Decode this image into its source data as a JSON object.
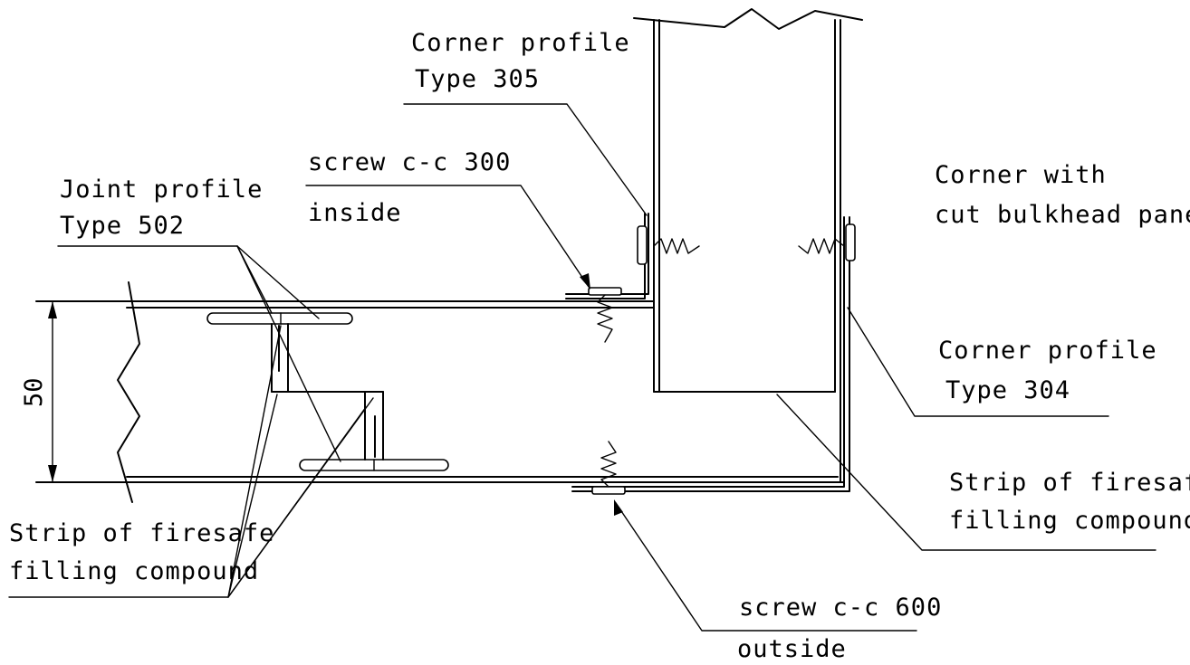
{
  "labels": {
    "corner_profile_305_line1": "Corner profile",
    "corner_profile_305_line2": "Type 305",
    "screw_300_line1": "screw c-c 300",
    "screw_300_line2": "inside",
    "joint_profile_line1": "Joint profile",
    "joint_profile_line2": "Type 502",
    "corner_with_line1": "Corner with",
    "corner_with_line2": "cut bulkhead panel",
    "corner_profile_304_line1": "Corner profile",
    "corner_profile_304_line2": "Type 304",
    "strip_right_line1": "Strip of firesafe",
    "strip_right_line2": "filling compound",
    "strip_left_line1": "Strip of firesafe",
    "strip_left_line2": "filling compound",
    "screw_600_line1": "screw c-c 600",
    "screw_600_line2": "outside"
  },
  "dimension": "50",
  "colors": {
    "line": "#000000",
    "background": "#ffffff"
  }
}
